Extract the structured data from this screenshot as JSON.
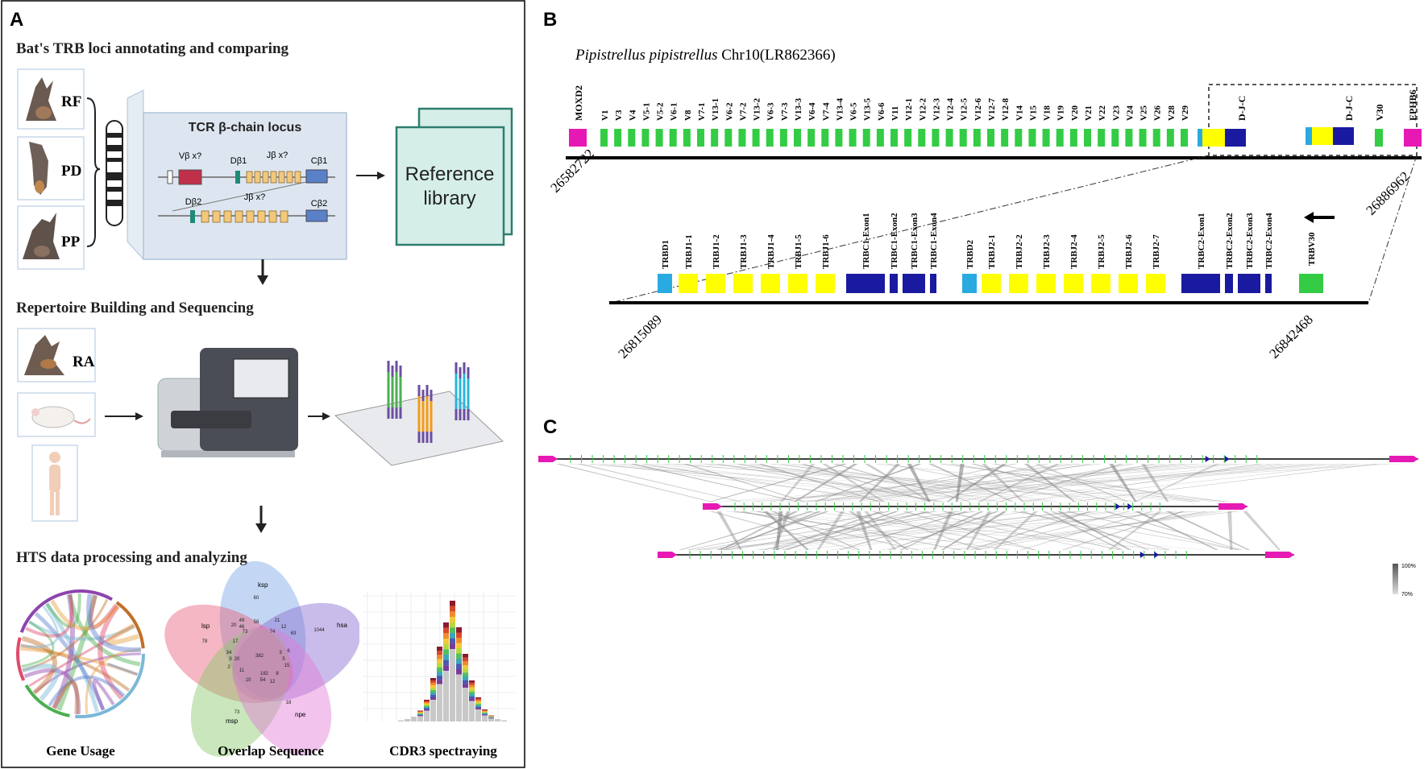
{
  "panelA": {
    "letter": "A",
    "section1_title": "Bat's TRB loci annotating and comparing",
    "bats": [
      "RF",
      "PD",
      "PP"
    ],
    "locus_title": "TCR β-chain locus",
    "locus_labels": {
      "vb": "Vβ x?",
      "db1": "Dβ1",
      "jb1": "Jβ x?",
      "cb1": "Cβ1",
      "db2": "Dβ2",
      "jb2": "Jβ x?",
      "cb2": "Cβ2"
    },
    "reference_library": [
      "Reference",
      "library"
    ],
    "section2_title": "Repertoire Building and Sequencing",
    "species_label": "RA",
    "section3_title": "HTS data processing and analyzing",
    "venn_labels": {
      "top": "ksp",
      "right": "hsa",
      "left": "lsp",
      "bottom_left": "msp",
      "bottom_right": "npe"
    },
    "venn_numbers": [
      {
        "v": "60"
      },
      {
        "v": "1044"
      },
      {
        "v": "78"
      },
      {
        "v": "73"
      },
      {
        "v": "18"
      },
      {
        "v": "382"
      },
      {
        "v": "49"
      },
      {
        "v": "58"
      },
      {
        "v": "21"
      },
      {
        "v": "12"
      },
      {
        "v": "63"
      },
      {
        "v": "20"
      },
      {
        "v": "46"
      },
      {
        "v": "73"
      },
      {
        "v": "74"
      },
      {
        "v": "17"
      },
      {
        "v": "34"
      },
      {
        "v": "9"
      },
      {
        "v": "20"
      },
      {
        "v": "2"
      },
      {
        "v": "11"
      },
      {
        "v": "10"
      },
      {
        "v": "54"
      },
      {
        "v": "12"
      },
      {
        "v": "182"
      },
      {
        "v": "6"
      },
      {
        "v": "5"
      },
      {
        "v": "3"
      },
      {
        "v": "15"
      },
      {
        "v": "8"
      }
    ],
    "captions": [
      "Gene Usage",
      "Overlap Sequence",
      "CDR3 spectraying"
    ]
  },
  "panelB": {
    "letter": "B",
    "title_species": "Pipistrellus pipistrellus",
    "title_rest": " Chr10(LR862366)",
    "top_left_gene": "MOXD2",
    "top_right_gene": "EPHB6",
    "v_genes": [
      "V1",
      "V3",
      "V4",
      "V5-1",
      "V5-2",
      "V6-1",
      "V8",
      "V7-1",
      "V13-1",
      "V6-2",
      "V7-2",
      "V13-2",
      "V6-3",
      "V7-3",
      "V13-3",
      "V6-4",
      "V7-4",
      "V13-4",
      "V6-5",
      "V13-5",
      "V6-6",
      "V11",
      "V12-1",
      "V12-2",
      "V12-3",
      "V12-4",
      "V12-5",
      "V12-6",
      "V12-7",
      "V12-8",
      "V14",
      "V15",
      "V18",
      "V19",
      "V20",
      "V21",
      "V22",
      "V23",
      "V24",
      "V25",
      "V26",
      "V28",
      "V29"
    ],
    "djc_labels": [
      "D-J-C",
      "D-J-C"
    ],
    "v30_label": "V30",
    "coord_left": "26582722",
    "coord_right": "26886962",
    "zoom_genes": [
      "TRBD1",
      "TRBJ1-1",
      "TRBJ1-2",
      "TRBJ1-3",
      "TRBJ1-4",
      "TRBJ1-5",
      "TRBJ1-6",
      "TRBC1-Exon1",
      "TRBC1-Exon2",
      "TRBC1-Exon3",
      "TRBC1-Exon4",
      "TRBD2",
      "TRBJ2-1",
      "TRBJ2-2",
      "TRBJ2-3",
      "TRBJ2-4",
      "TRBJ2-5",
      "TRBJ2-6",
      "TRBJ2-7",
      "TRBC2-Exon1",
      "TRBC2-Exon2",
      "TRBC2-Exon3",
      "TRBC2-Exon4",
      "TRBV30"
    ],
    "zoom_coord_left": "26815089",
    "zoom_coord_right": "26842468"
  },
  "panelC": {
    "letter": "C",
    "scale_high": "100%",
    "scale_low": "70%"
  },
  "colors": {
    "magenta": "#e619b4",
    "green": "#33cc44",
    "yellow": "#ffff00",
    "navy": "#1a1aa0",
    "cyan": "#29abe2",
    "teal_panel": "#d5eee8",
    "teal_border": "#2e7d6e",
    "locus_bg": "#dde6f0"
  }
}
